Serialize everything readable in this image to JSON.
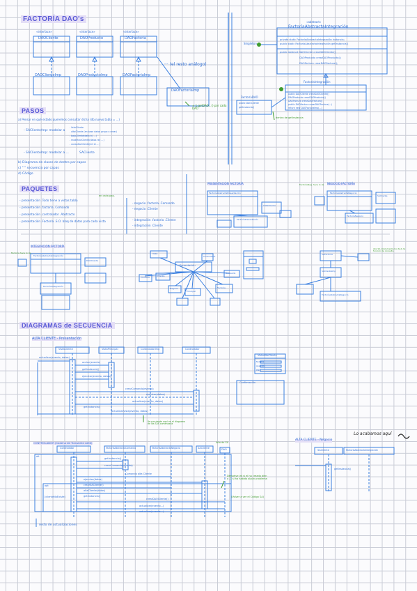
{
  "colors": {
    "ink": "#2f6fd6",
    "green": "#3f9b2e",
    "grid": "#c9ccd6",
    "highlight": "#e4def6",
    "title": "#5a5ad6"
  },
  "headings": {
    "factoria": "FACTORÍA DAO's",
    "pasos": "PASOS",
    "paquetes": "PAQUETES",
    "diagramas": "DIAGRAMAS de SECUENCIA"
  },
  "factoria": {
    "iface1_stereo": "«interface»",
    "iface1_name": "DAOCliente",
    "iface2_stereo": "«interface»",
    "iface2_name": "DAOProducto",
    "iface3_stereo": "«interface»",
    "iface3_name": "DAOFactoria",
    "impl1": "DAOClienteImp",
    "impl2": "DAOProductoImp",
    "impl3": "DAOFactoriaImp",
    "rest_note": "··· (el resto análogo)",
    "dao_getters": "DAOFactoriaImp",
    "green_note": "+ 1 getDAO...() por cada DAO",
    "af_stereo": "«abstract»",
    "af_name": "FactoríaAbstractaIntegración",
    "af_attr1": "private static FactoríaAbstractaIntegración instancia;",
    "af_attr2": "public static FactoríaAbstractaIntegración getInstancia()",
    "af_m1": "public abstract DAOCliente crearDAOCliente();",
    "af_m2": "DAOProducto crearDAOProducto();",
    "af_m3": "DAOFactura crearDAOFactura();",
    "singleton": "Singleton",
    "fi_name": "FactoríaIntegración",
    "fi_m1": "public DAOCliente crearDAOCliente()",
    "fi_m2": "DAOProducto crearDAOProducto()",
    "fi_m3": "DAOFactura crearDAOFactura()",
    "fi_m4": "public DAOFactura crearDAOFactura(...)",
    "fi_m5": "return new DAOFacturaImp(...)",
    "fi_small_name": "FactoríaDAO",
    "fi_small_m1": "public DAOCliente",
    "fi_small_m2": "getInstancia()",
    "green_note2": "dentro de getInstancia"
  },
  "pasos": {
    "a": "a) Pensar en qué estado queremos consultar dicha (db.nuevo.tabla = ...)",
    "sub_label": "- SACliente/mp: modelar a",
    "sub_items": [
      "- listaCliente",
      "- altaCliente (en base datos grupo a crear)",
      "- bajaCliente(data id, ...)",
      "- modificarCliente(datos rec ...)",
      "- consultarCliente(int id ... )"
    ],
    "sub2_label": "- SAClienteImp: modelar a ...",
    "sub2_item": "SACliente",
    "b": "b) Diagrama de clases de dentro por capas",
    "c": "c) \"                \" secuencia por capas",
    "d": "d) Código"
  },
  "paquetes": {
    "left": [
      "- presentación    .Todo tiene a vistas tabla",
      "- presentación .factoría .Comando",
      "- presentación .controlador .Abstracto",
      "- presentación .Factoría .S.O. bloq de datos para cada vista"
    ],
    "right": [
      "- negocio .factoría .Comando",
      "- negocio .Cliente",
      "- integración .factoría .Cliente",
      "- integración .Cliente"
    ],
    "green_note": "en cada paq."
  },
  "mini": {
    "pres_title": "PRESENTACIÓN FACTORÍA",
    "neg_title": "NEGOCIO FACTORÍA",
    "int_title": "INTEGRACIÓN FACTORÍA",
    "pres_box1": "FactoríaAbstractaPresentación",
    "pres_box2": "FactoríaPresentación",
    "pres_box3": "VistaCliente",
    "neg_box1": "FactoríaAbstractaNegocio",
    "neg_box2": "FactoríaNegocio",
    "neg_box3": "SACliente",
    "int_box1": "FactoríaAbstractaIntegración",
    "int_box2": "FactoríaIntegración",
    "int_box3": "DAOCliente",
    "neg_note": "FactoríaNeg. hace lo de",
    "int_note": "Factoría hace lo de",
    "center_box": "Presentación",
    "center_items": [
      "Vista",
      "Controlador",
      "Comando",
      "Factoría",
      "Principal",
      "Negocio",
      "Cliente",
      "Producto"
    ],
    "right_box1": "SAFactoria",
    "right_box2": "SAClienteImp",
    "right_box3": "FactoríaAbstractaNegocio",
    "right_green": "Abs SA implementa los SA1 de función de consulta"
  },
  "seq1": {
    "title": "ALTA CLIENTE - Presentación",
    "lifelines": [
      "VistaCliente",
      "VistaPrincipal",
      "ControladorImp",
      "Controlador"
    ],
    "msgs": [
      "actualizar(evento, datos)",
      "accion(evento)",
      "getInstancia()",
      "ejecutar(evento, datos)",
      "crearComando(evento)",
      "ejecutar(datos)",
      "actualizar(evento, datos)",
      "getInstancia()",
      "actualizarVista(evento, datos)"
    ],
    "green_note": "Ya que desde aquí en el diagrama de las SAS comenzaría",
    "panel_title": "VistaAltaCliente",
    "panel_fields": [
      "Nombre",
      "Apellidos",
      "DNI"
    ],
    "panel2_title": "Confirmación"
  },
  "seq2": {
    "title": "CONTROLADOR (Cadena de Transición ALTA)",
    "lifelines": [
      "Controlador",
      "FactoríaAbstractaComando",
      "FactoríaAbstractaNegocio",
      "SACliente",
      "DAO"
    ],
    "top_note": "Alta de SA",
    "msgs": [
      "getInstancia()",
      "crearComando(evento)",
      "Comando alta Cliente",
      "ejecutar(datos)",
      "crearSACliente()",
      "altaCliente(datos)",
      "getInstancia()",
      "crearDAOCliente()",
      "actualizar(evento...)",
      "actualizar(evento...)"
    ],
    "frames": [
      "alt",
      "opt",
      "[clienteNoExiste]"
    ],
    "green_note": "Devuelve int si el ha creado bien o -1 si ha habido algún problema",
    "green_note2": "(Volver a ver el Código SA)",
    "footer": "resto de actualizaciones"
  },
  "seq3": {
    "title": "ALTA CLIENTE - Negocio",
    "scribble": "Lo acabamos aquí",
    "lifelines": [
      "SACliente",
      "FactoríaAbstractaIntegración"
    ],
    "msg": "getInstancia()"
  }
}
